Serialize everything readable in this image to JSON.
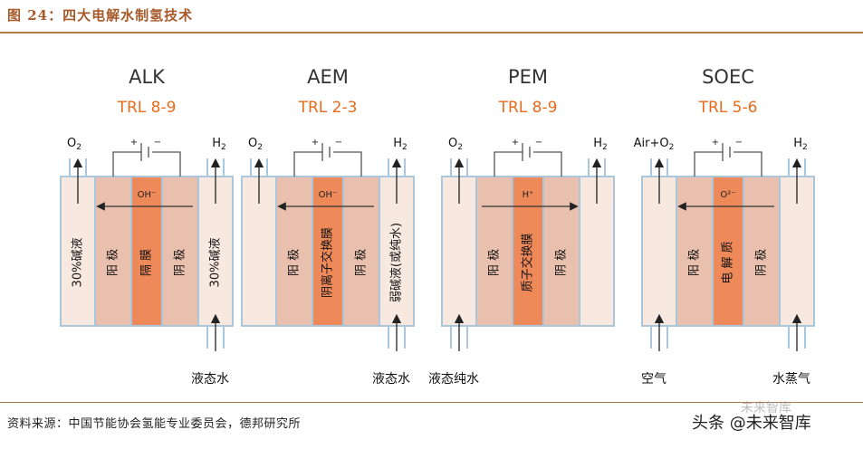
{
  "figure_title": "图 24：四大电解水制氢技术",
  "source": "资料来源：中国节能协会氢能专业委员会，德邦研究所",
  "watermark": "头条 @未来智库",
  "watermark_faint": "未来智库",
  "panels": [
    {
      "name": "ALK",
      "trl": "TRL 8-9",
      "left_gas": "O2",
      "right_gas": "H2",
      "ion": "OH⁻",
      "ion_direction": "left",
      "left_electrolyte": "30%碱液",
      "right_electrolyte": "30%碱液",
      "left_electrode": "阳 极",
      "membrane": "隔 膜",
      "right_electrode": "阴 极",
      "bottom_left": "",
      "bottom_right": "液态水",
      "inlet": "right"
    },
    {
      "name": "AEM",
      "trl": "TRL 2-3",
      "left_gas": "O2",
      "right_gas": "H2",
      "ion": "OH⁻",
      "ion_direction": "left",
      "left_electrolyte": "",
      "right_electrolyte": "弱碱液(或纯水)",
      "left_electrode": "阳 极",
      "membrane": "阴离子交换膜",
      "right_electrode": "阴 极",
      "bottom_left": "",
      "bottom_right": "液态水",
      "inlet": "right"
    },
    {
      "name": "PEM",
      "trl": "TRL 8-9",
      "left_gas": "O2",
      "right_gas": "H2",
      "ion": "H⁺",
      "ion_direction": "right",
      "left_electrolyte": "",
      "right_electrolyte": "",
      "left_electrode": "阳 极",
      "membrane": "质子交换膜",
      "right_electrode": "阴 极",
      "bottom_left": "液态纯水",
      "bottom_right": "",
      "inlet": "left"
    },
    {
      "name": "SOEC",
      "trl": "TRL 5-6",
      "left_gas": "Air+O2",
      "right_gas": "H2",
      "ion": "O²⁻",
      "ion_direction": "left",
      "left_electrolyte": "",
      "right_electrolyte": "",
      "left_electrode": "阳 极",
      "membrane": "电 解 质",
      "right_electrode": "阴 极",
      "bottom_left": "空气",
      "bottom_right": "水蒸气",
      "inlet": "both"
    }
  ],
  "colors": {
    "title": "#a65a2a",
    "trl": "#e86b1b",
    "electrolyte": "#f7e8e0",
    "electrode": "#e9bfae",
    "membrane": "#ee8a5a",
    "cell_border": "#a9c6dc",
    "rule": "#b07a4a"
  }
}
